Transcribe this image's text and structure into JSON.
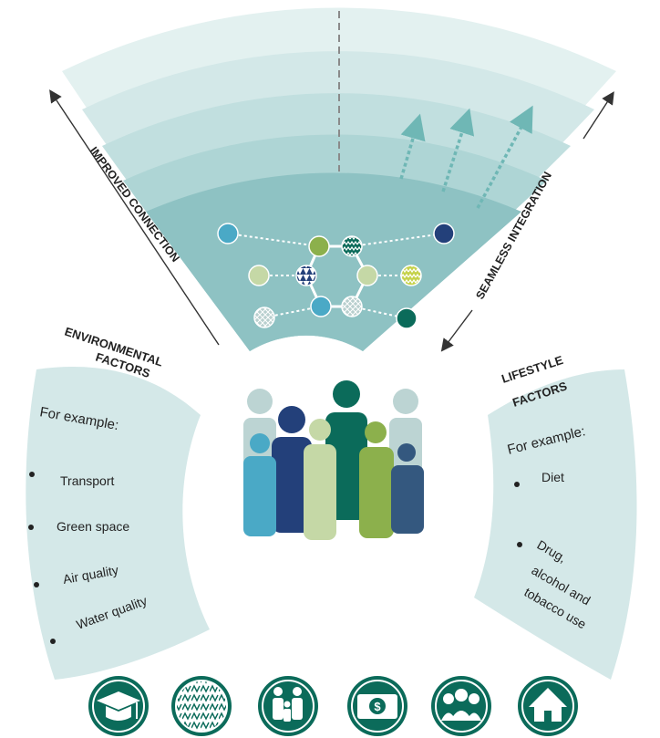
{
  "arc_labels": {
    "left": "IMPROVED CONNECTION",
    "right": "SEAMLESS INTEGRATION"
  },
  "environmental": {
    "heading_line1": "ENVIRONMENTAL",
    "heading_line2": "FACTORS",
    "example_label": "For example:",
    "items": [
      "Transport",
      "Green space",
      "Air quality",
      "Water quality"
    ]
  },
  "lifestyle": {
    "heading_line1": "LIFESTYLE",
    "heading_line2": "FACTORS",
    "example_label": "For example:",
    "items": [
      "Diet",
      "Drug,",
      "alcohol and",
      "tobacco use"
    ]
  },
  "bottom_icons": [
    "graduation-cap-icon",
    "pattern-tiles-icon",
    "family-icon",
    "dollar-bill-icon",
    "group-icon",
    "house-icon"
  ],
  "colors": {
    "fan_light": "#d8ebeb",
    "fan_dark": "#8ec2c3",
    "panel": "#d4e8e8",
    "navy": "#23407a",
    "teal_dark": "#0b6b5a",
    "olive": "#8cb04c",
    "sage": "#c5d8a6",
    "sky": "#4aa9c6",
    "grey": "#a9cccb"
  }
}
